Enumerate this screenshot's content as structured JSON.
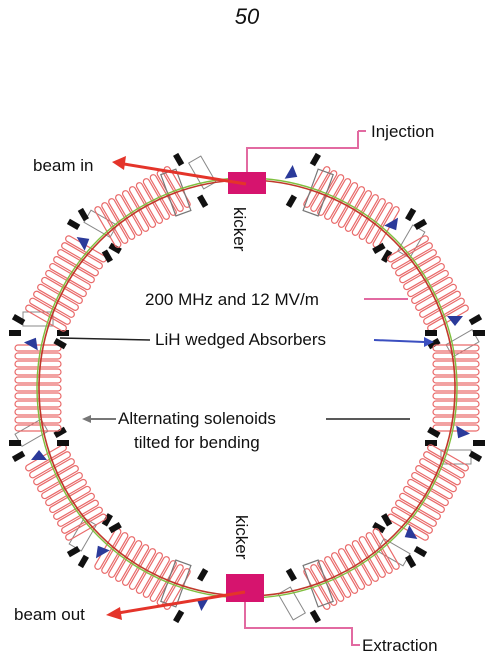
{
  "page_number": "50",
  "labels": {
    "injection": "Injection",
    "beam_in": "beam in",
    "kicker_top": "kicker",
    "rf": "200 MHz and 12 MV/m",
    "absorbers": "LiH wedged Absorbers",
    "solenoids_line1": "Alternating solenoids",
    "solenoids_line2": "tilted for bending",
    "kicker_bottom": "kicker",
    "beam_out": "beam out",
    "extraction": "Extraction"
  },
  "colors": {
    "kicker": "#d6146e",
    "beam_arrow": "#e4342a",
    "pink_callout": "#e26aa1",
    "solenoid_coil": "#e96a6a",
    "orbit_red": "#c0392b",
    "orbit_green": "#7fbf3f",
    "absorber": "#2b3a9a",
    "blue_callout": "#3b4fc0",
    "gray_callout": "#777777"
  }
}
